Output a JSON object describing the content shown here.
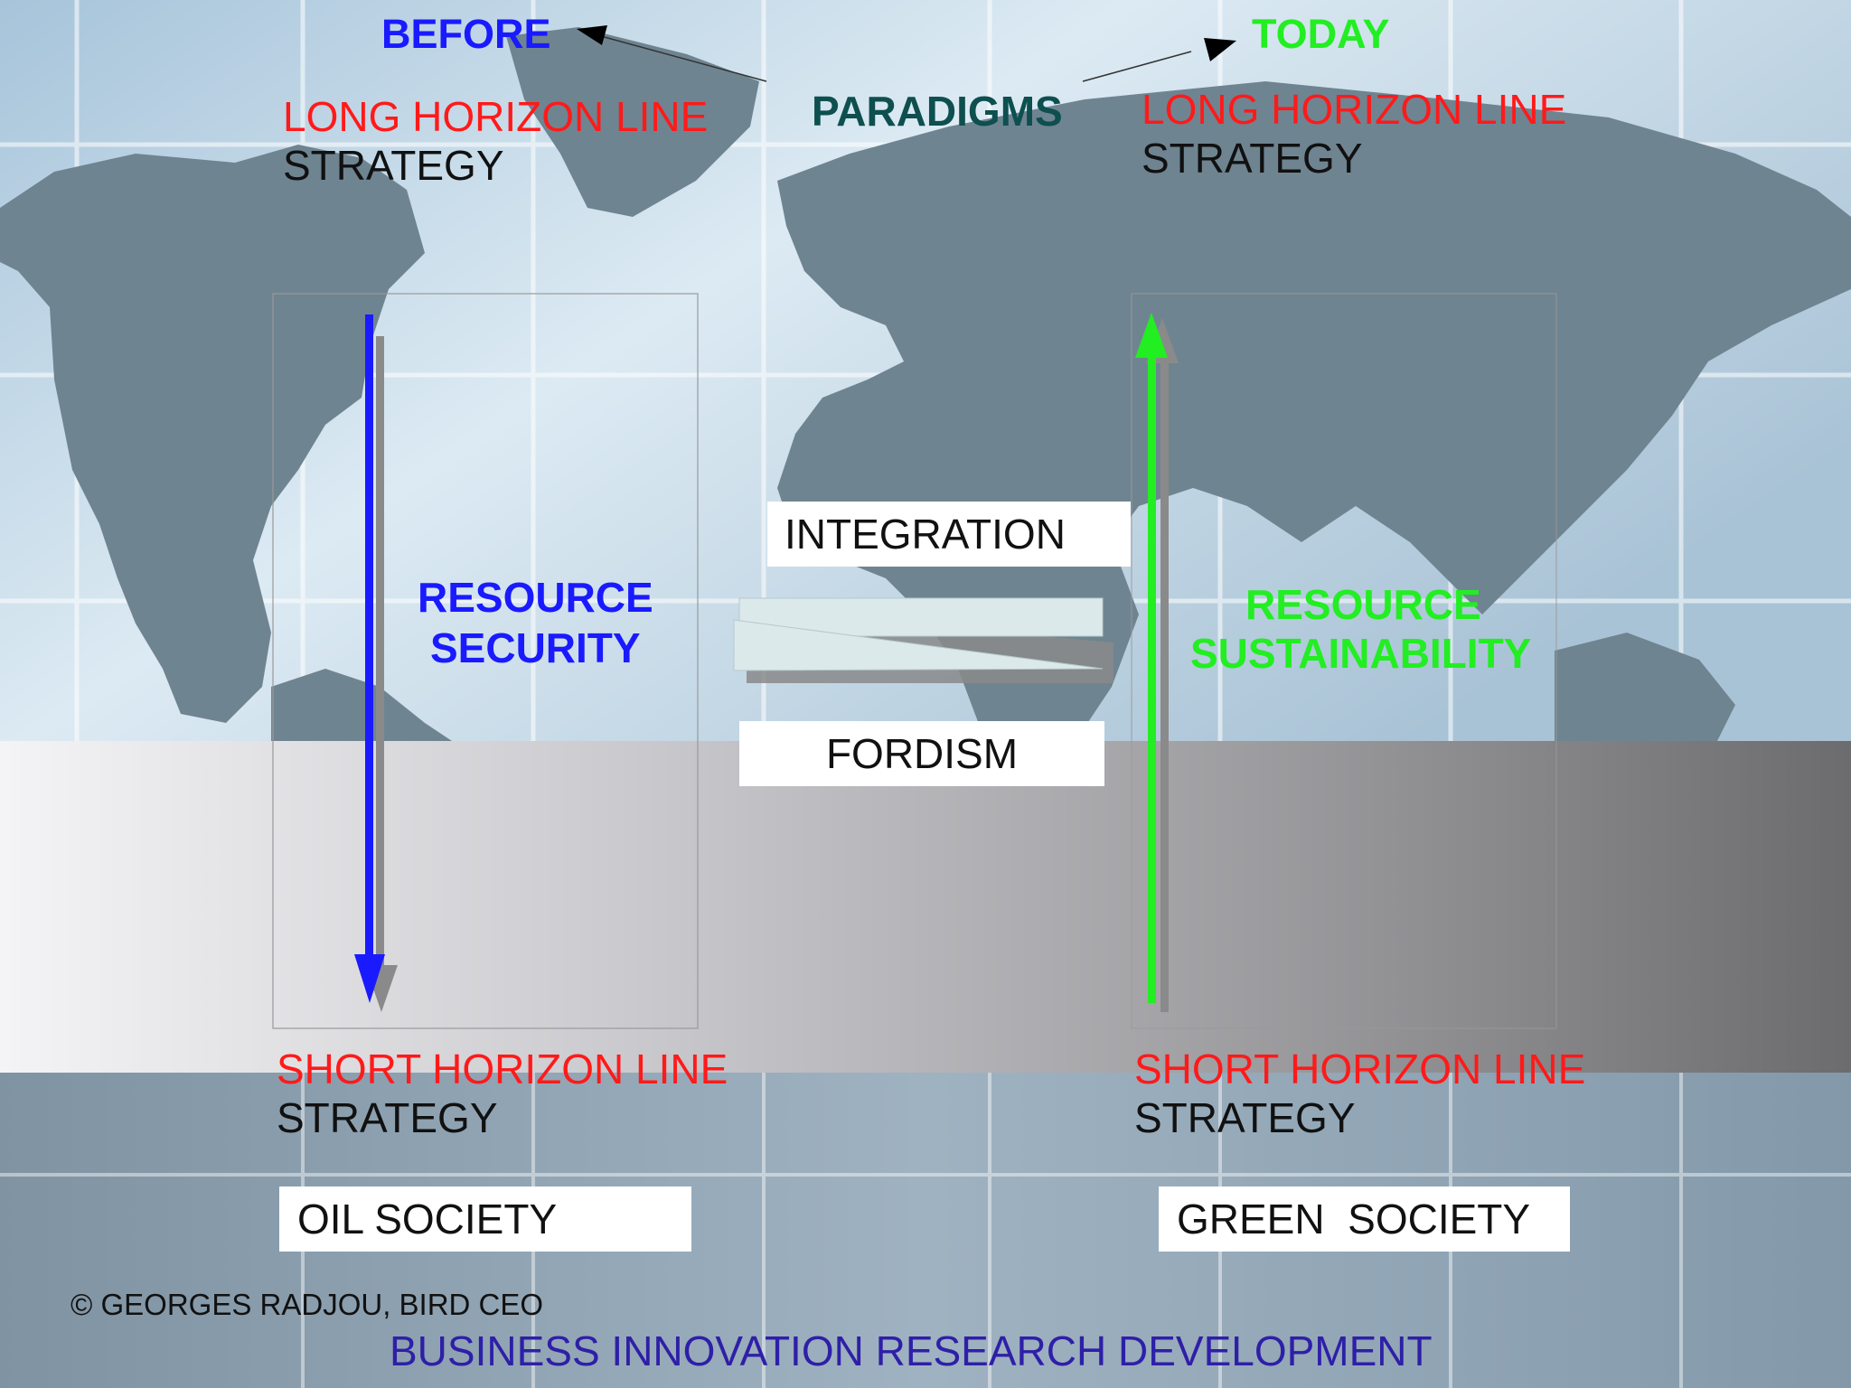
{
  "header": {
    "before": "BEFORE",
    "today": "TODAY",
    "paradigms": "PARADIGMS"
  },
  "left": {
    "long_horizon": "LONG HORIZON LINE",
    "long_strategy": "STRATEGY",
    "resource_line1": "RESOURCE",
    "resource_line2": "SECURITY",
    "short_horizon": "SHORT HORIZON LINE",
    "short_strategy": "STRATEGY",
    "society": "OIL SOCIETY"
  },
  "right": {
    "long_horizon": "LONG HORIZON LINE",
    "long_strategy": "STRATEGY",
    "resource_line1": "RESOURCE",
    "resource_line2": "SUSTAINABILITY",
    "short_horizon": "SHORT HORIZON LINE",
    "short_strategy": "STRATEGY",
    "society": "GREEN  SOCIETY"
  },
  "center": {
    "integration": "INTEGRATION",
    "fordism": "FORDISM"
  },
  "footer": {
    "copyright": "© GEORGES RADJOU, BIRD CEO",
    "tagline": "BUSINESS INNOVATION RESEARCH DEVELOPMENT"
  },
  "colors": {
    "before_blue": "#1a1aff",
    "today_green": "#22ee22",
    "paradigms_teal": "#0e4f4f",
    "horizon_red": "#ff1a1a",
    "tagline_indigo": "#2e1fa8",
    "continent_gray": "#6f8491"
  },
  "icons": {
    "before_pointer": "arrow-left-icon",
    "today_pointer": "arrow-right-icon",
    "security_arrow": "arrow-down-icon",
    "sustainability_arrow": "arrow-up-icon"
  }
}
